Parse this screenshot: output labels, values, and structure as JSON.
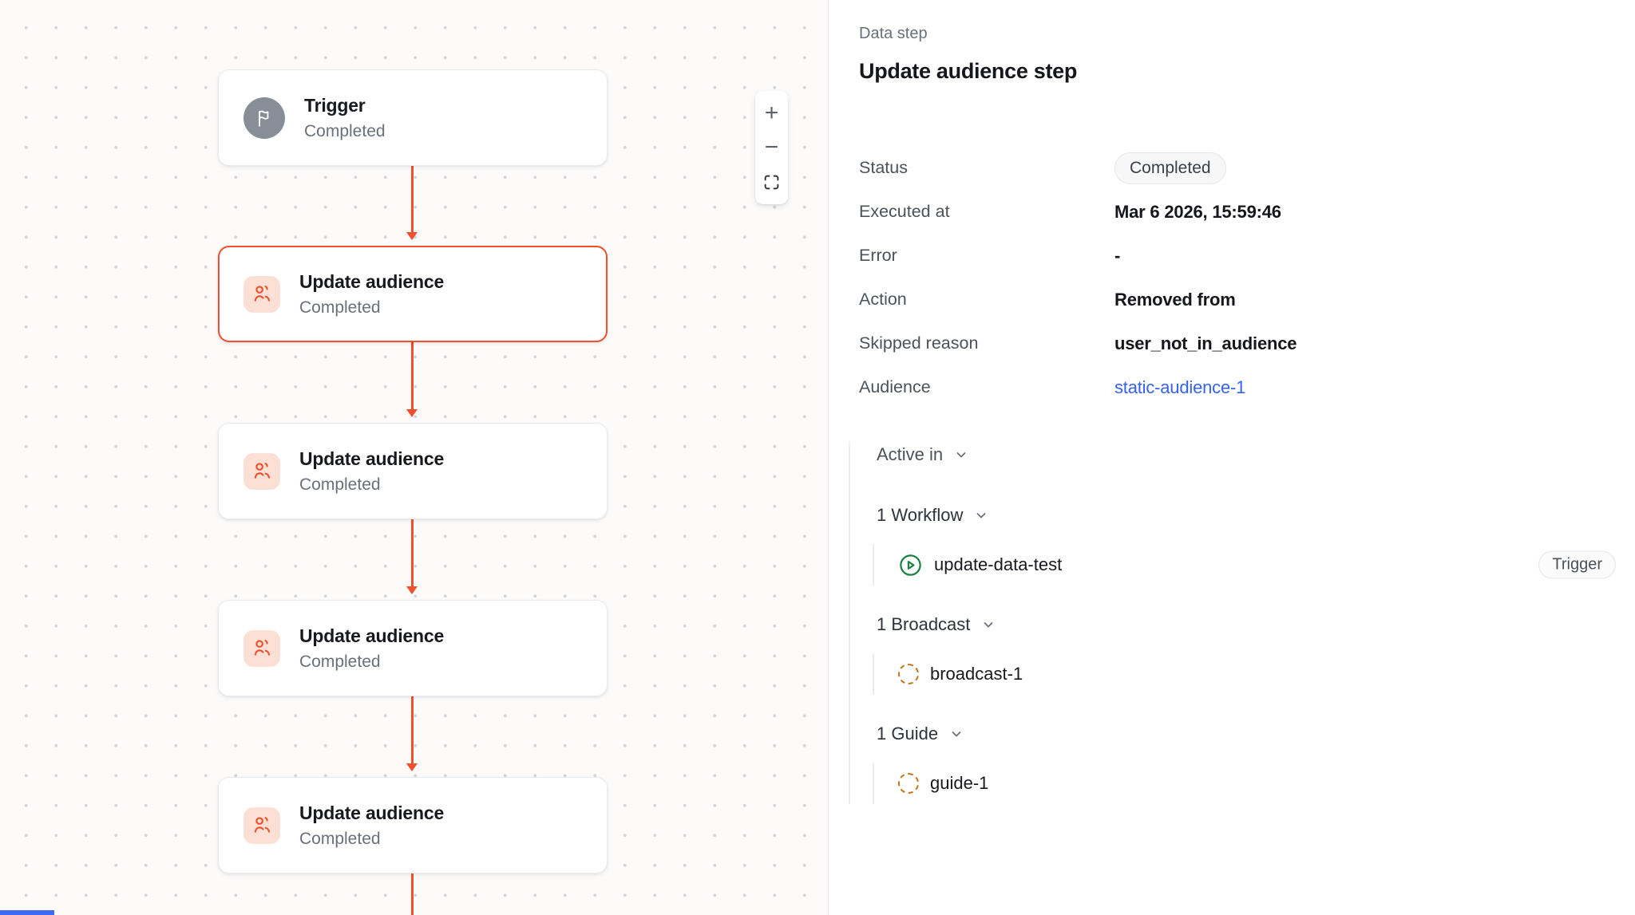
{
  "canvas": {
    "nodes": [
      {
        "title": "Trigger",
        "status": "Completed",
        "type": "trigger",
        "selected": false
      },
      {
        "title": "Update audience",
        "status": "Completed",
        "type": "update-audience",
        "selected": true
      },
      {
        "title": "Update audience",
        "status": "Completed",
        "type": "update-audience",
        "selected": false
      },
      {
        "title": "Update audience",
        "status": "Completed",
        "type": "update-audience",
        "selected": false
      },
      {
        "title": "Update audience",
        "status": "Completed",
        "type": "update-audience",
        "selected": false
      }
    ],
    "zoom_controls": {
      "zoom_in": "+",
      "zoom_out": "−",
      "fit_view_icon": "fit-view"
    }
  },
  "panel": {
    "eyebrow": "Data step",
    "title": "Update audience step",
    "rows": [
      {
        "label": "Status",
        "value": "Completed",
        "kind": "badge"
      },
      {
        "label": "Executed at",
        "value": "Mar 6 2026, 15:59:46",
        "kind": "text"
      },
      {
        "label": "Error",
        "value": "-",
        "kind": "text"
      },
      {
        "label": "Action",
        "value": "Removed from",
        "kind": "text"
      },
      {
        "label": "Skipped reason",
        "value": "user_not_in_audience",
        "kind": "text"
      },
      {
        "label": "Audience",
        "value": "static-audience-1",
        "kind": "link"
      }
    ],
    "active_in": {
      "label": "Active in",
      "groups": [
        {
          "label": "1 Workflow",
          "items": [
            {
              "name": "update-data-test",
              "icon": "play-circle-icon",
              "badge": "Trigger"
            }
          ]
        },
        {
          "label": "1 Broadcast",
          "items": [
            {
              "name": "broadcast-1",
              "icon": "dashed-circle-icon",
              "badge": ""
            }
          ]
        },
        {
          "label": "1 Guide",
          "items": [
            {
              "name": "guide-1",
              "icon": "dashed-circle-icon",
              "badge": ""
            }
          ]
        }
      ]
    }
  },
  "colors": {
    "accent_orange": "#f1502d",
    "icon_peach_bg": "#fce0d6",
    "trigger_gray": "#878e97",
    "link_blue": "#3463ee",
    "workflow_green": "#18813f",
    "dashed_orange": "#c3771b",
    "minimap_blue": "#3e6bf3"
  }
}
